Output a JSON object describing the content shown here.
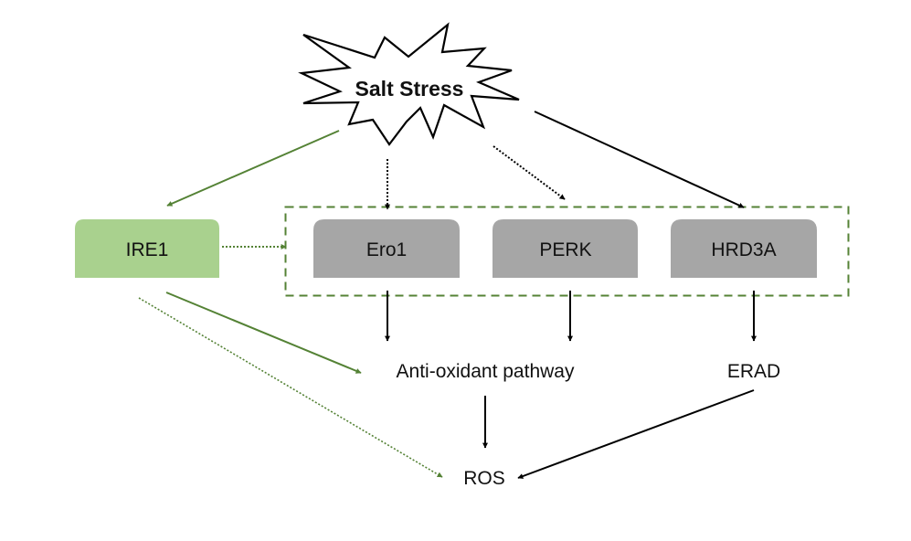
{
  "diagram": {
    "title": "Salt stress signaling pathway",
    "colors": {
      "ire1_fill": "#a9d18e",
      "protein_fill": "#a6a6a6",
      "green_arrow": "#548235",
      "black_arrow": "#000000",
      "group_border": "#548235"
    },
    "nodes": {
      "salt_stress": "Salt Stress",
      "ire1": "IRE1",
      "ero1": "Ero1",
      "perk": "PERK",
      "hrd3a": "HRD3A",
      "antioxidant": "Anti-oxidant pathway",
      "erad": "ERAD",
      "ros": "ROS"
    },
    "edges": [
      {
        "from": "salt_stress",
        "to": "ire1",
        "color": "green",
        "style": "solid"
      },
      {
        "from": "salt_stress",
        "to": "ero1",
        "color": "black",
        "style": "dotted"
      },
      {
        "from": "salt_stress",
        "to": "perk",
        "color": "black",
        "style": "dotted"
      },
      {
        "from": "salt_stress",
        "to": "hrd3a",
        "color": "black",
        "style": "solid"
      },
      {
        "from": "ire1",
        "to": "er_group",
        "color": "green",
        "style": "dotted"
      },
      {
        "from": "ire1",
        "to": "antioxidant",
        "color": "green",
        "style": "solid"
      },
      {
        "from": "ire1",
        "to": "ros",
        "color": "green",
        "style": "dotted"
      },
      {
        "from": "ero1",
        "to": "antioxidant",
        "color": "black",
        "style": "solid"
      },
      {
        "from": "perk",
        "to": "antioxidant",
        "color": "black",
        "style": "solid"
      },
      {
        "from": "hrd3a",
        "to": "erad",
        "color": "black",
        "style": "solid"
      },
      {
        "from": "antioxidant",
        "to": "ros",
        "color": "black",
        "style": "solid"
      },
      {
        "from": "erad",
        "to": "ros",
        "color": "black",
        "style": "solid"
      }
    ]
  }
}
